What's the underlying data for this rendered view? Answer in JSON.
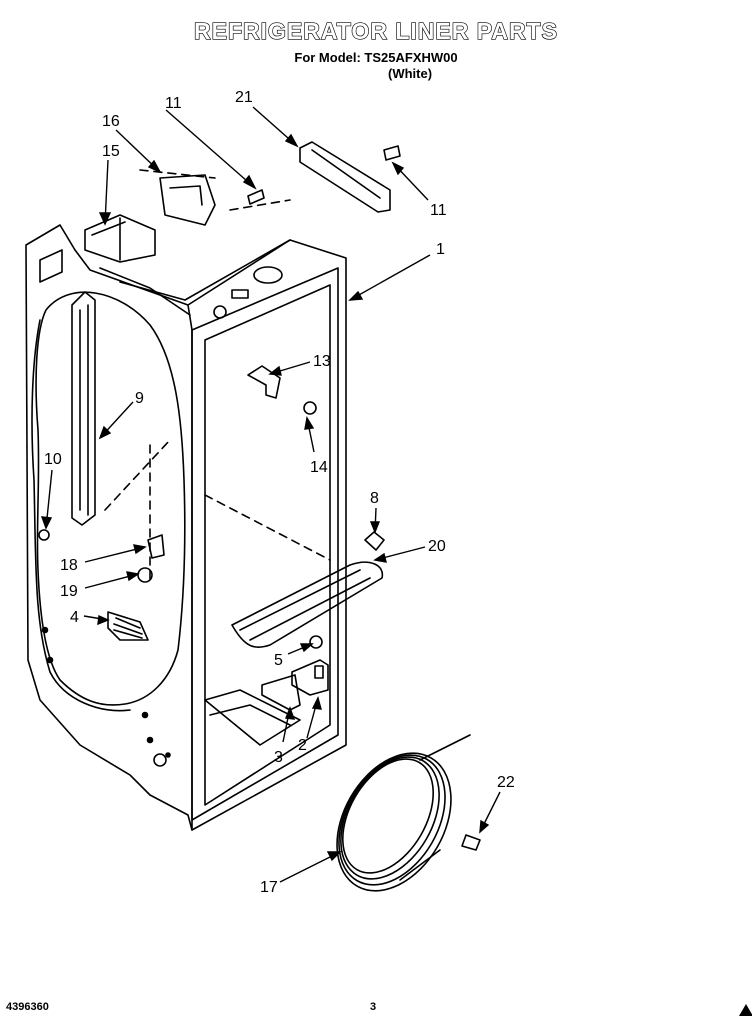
{
  "header": {
    "title": "REFRIGERATOR LINER PARTS",
    "model_line": "For Model: TS25AFXHW00",
    "color_note": "(White)"
  },
  "callouts": [
    "1",
    "2",
    "3",
    "4",
    "5",
    "8",
    "9",
    "10",
    "11",
    "11",
    "13",
    "14",
    "15",
    "16",
    "17",
    "18",
    "19",
    "20",
    "21",
    "22"
  ],
  "footer": {
    "doc_number": "4396360",
    "page_number": "3"
  }
}
